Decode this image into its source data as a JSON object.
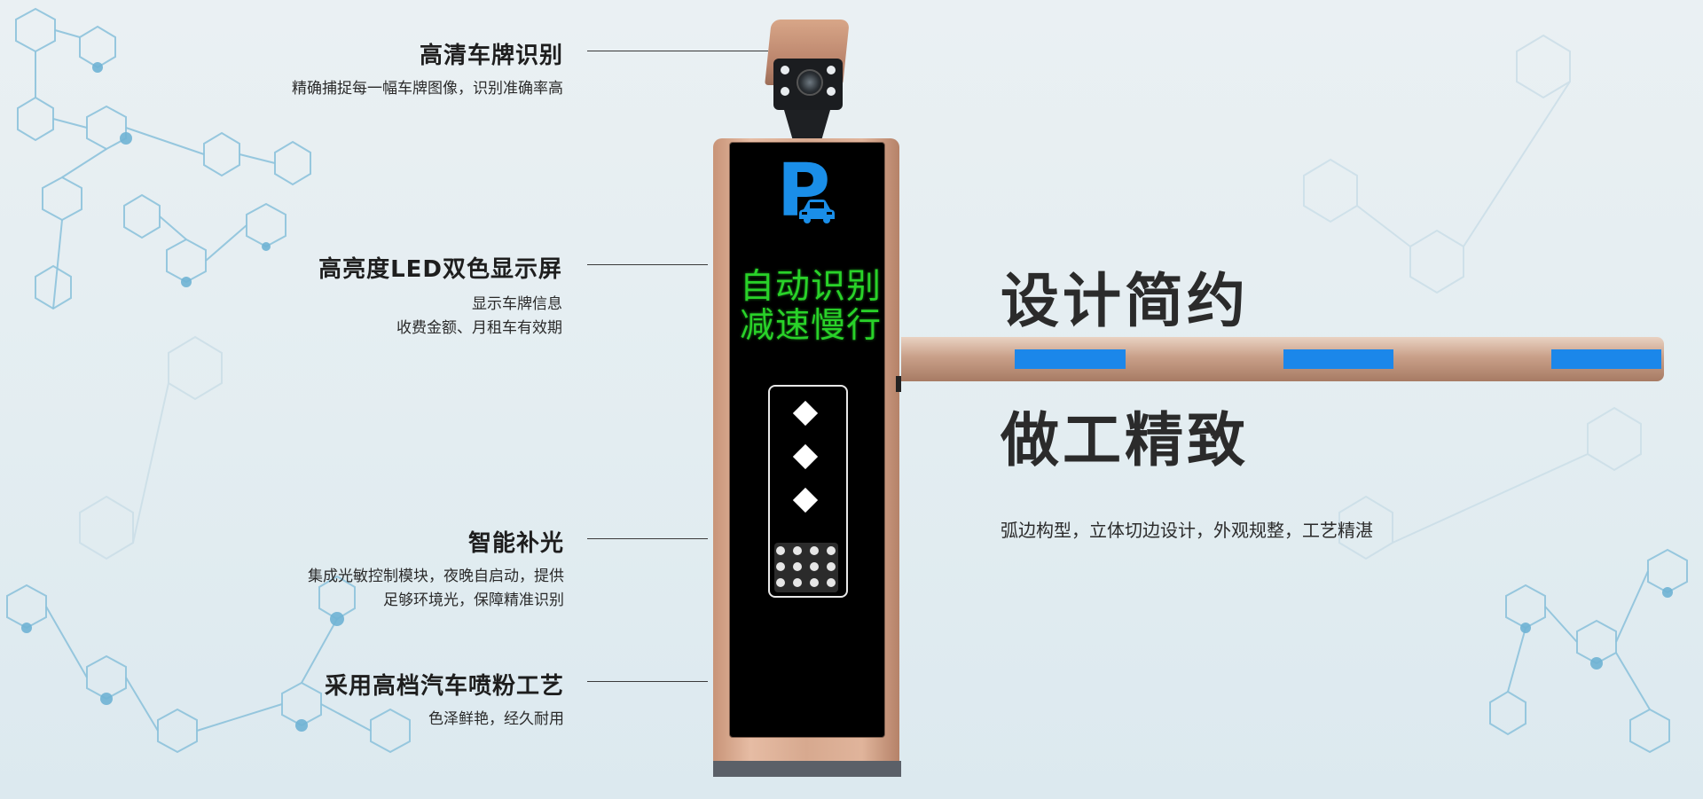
{
  "features": {
    "camera": {
      "title": "高清车牌识别",
      "desc_lines": [
        "精确捕捉每一幅车牌图像，识别准确率高"
      ]
    },
    "display": {
      "title": "高亮度LED双色显示屏",
      "desc_lines": [
        "显示车牌信息",
        "收费金额、月租车有效期"
      ]
    },
    "light": {
      "title": "智能补光",
      "desc_lines": [
        "集成光敏控制模块，夜晚自启动，提供",
        "足够环境光，保障精准识别"
      ]
    },
    "paint": {
      "title": "采用高档汽车喷粉工艺",
      "desc_lines": [
        "色泽鲜艳，经久耐用"
      ]
    }
  },
  "headline": {
    "line1": "设计简约",
    "line2": "做工精致",
    "tagline": "弧边构型，立体切边设计，外观规整，工艺精湛"
  },
  "device": {
    "parking_letter": "P",
    "led_display": {
      "line1": "自动识别",
      "line2": "减速慢行"
    },
    "icons": [
      "car-icon"
    ]
  },
  "colors": {
    "led_text": "#29d229",
    "accent_blue": "#1b87ea",
    "cabinet": "#d7a98f",
    "panel": "#000000"
  }
}
